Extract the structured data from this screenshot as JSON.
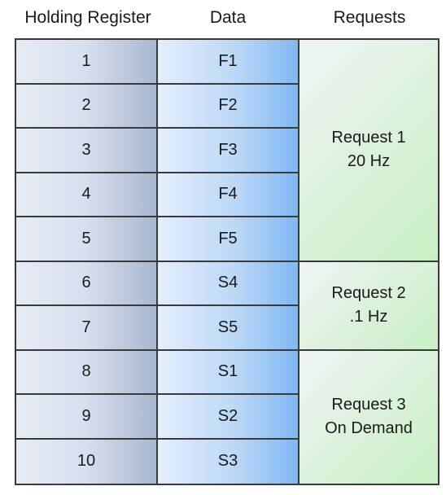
{
  "headers": {
    "holding_register": "Holding Register",
    "data": "Data",
    "requests": "Requests"
  },
  "rows": [
    {
      "register": "1",
      "data": "F1"
    },
    {
      "register": "2",
      "data": "F2"
    },
    {
      "register": "3",
      "data": "F3"
    },
    {
      "register": "4",
      "data": "F4"
    },
    {
      "register": "5",
      "data": "F5"
    },
    {
      "register": "6",
      "data": "S4"
    },
    {
      "register": "7",
      "data": "S5"
    },
    {
      "register": "8",
      "data": "S1"
    },
    {
      "register": "9",
      "data": "S2"
    },
    {
      "register": "10",
      "data": "S3"
    }
  ],
  "requests": [
    {
      "name": "Request 1",
      "rate": "20 Hz",
      "rows": 5
    },
    {
      "name": "Request 2",
      "rate": ".1 Hz",
      "rows": 2
    },
    {
      "name": "Request 3",
      "rate": "On Demand",
      "rows": 3
    }
  ],
  "colors": {
    "border": "#3a3a3a",
    "register_fill": "#d6dfee",
    "data_fill": "#7fb8f2",
    "request_fill": "#c8f0c4"
  }
}
